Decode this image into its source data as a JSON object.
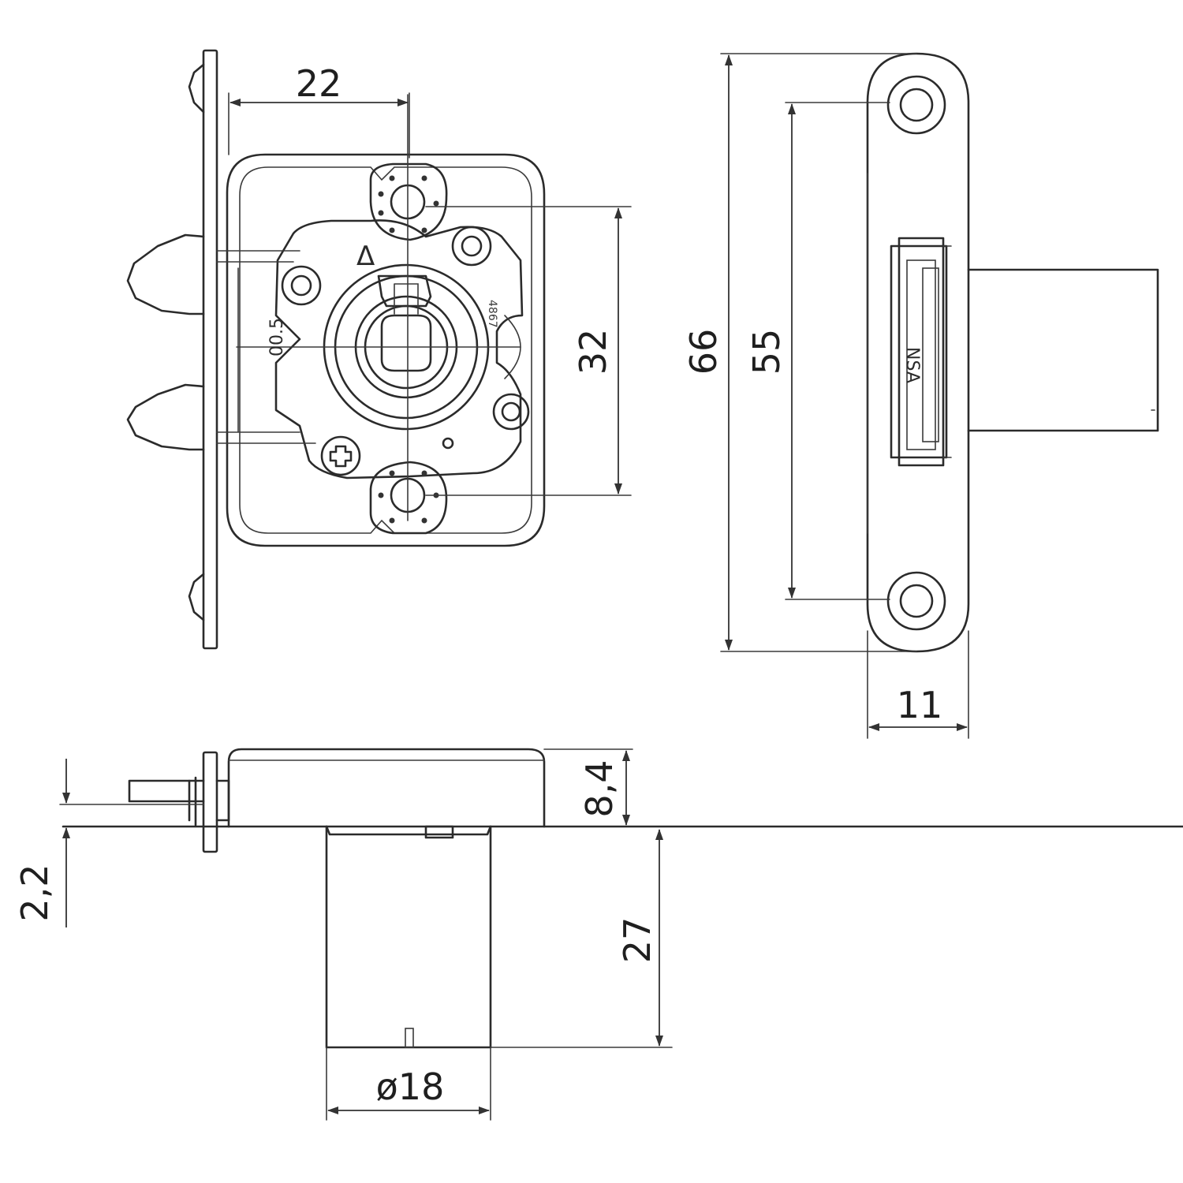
{
  "colors": {
    "line": "#2b2b2b",
    "background": "#ffffff"
  },
  "dimensions": {
    "width_22": "22",
    "height_32": "32",
    "height_66": "66",
    "height_55": "55",
    "width_11": "11",
    "thickness_8_4": "8,4",
    "offset_2_2": "2,2",
    "length_27": "27",
    "diameter_18": "ø18"
  },
  "markings": {
    "triangle_mark": "Δ",
    "dial_text": "00.5",
    "code_stamp": "4867",
    "side_stamp": "NSA"
  }
}
